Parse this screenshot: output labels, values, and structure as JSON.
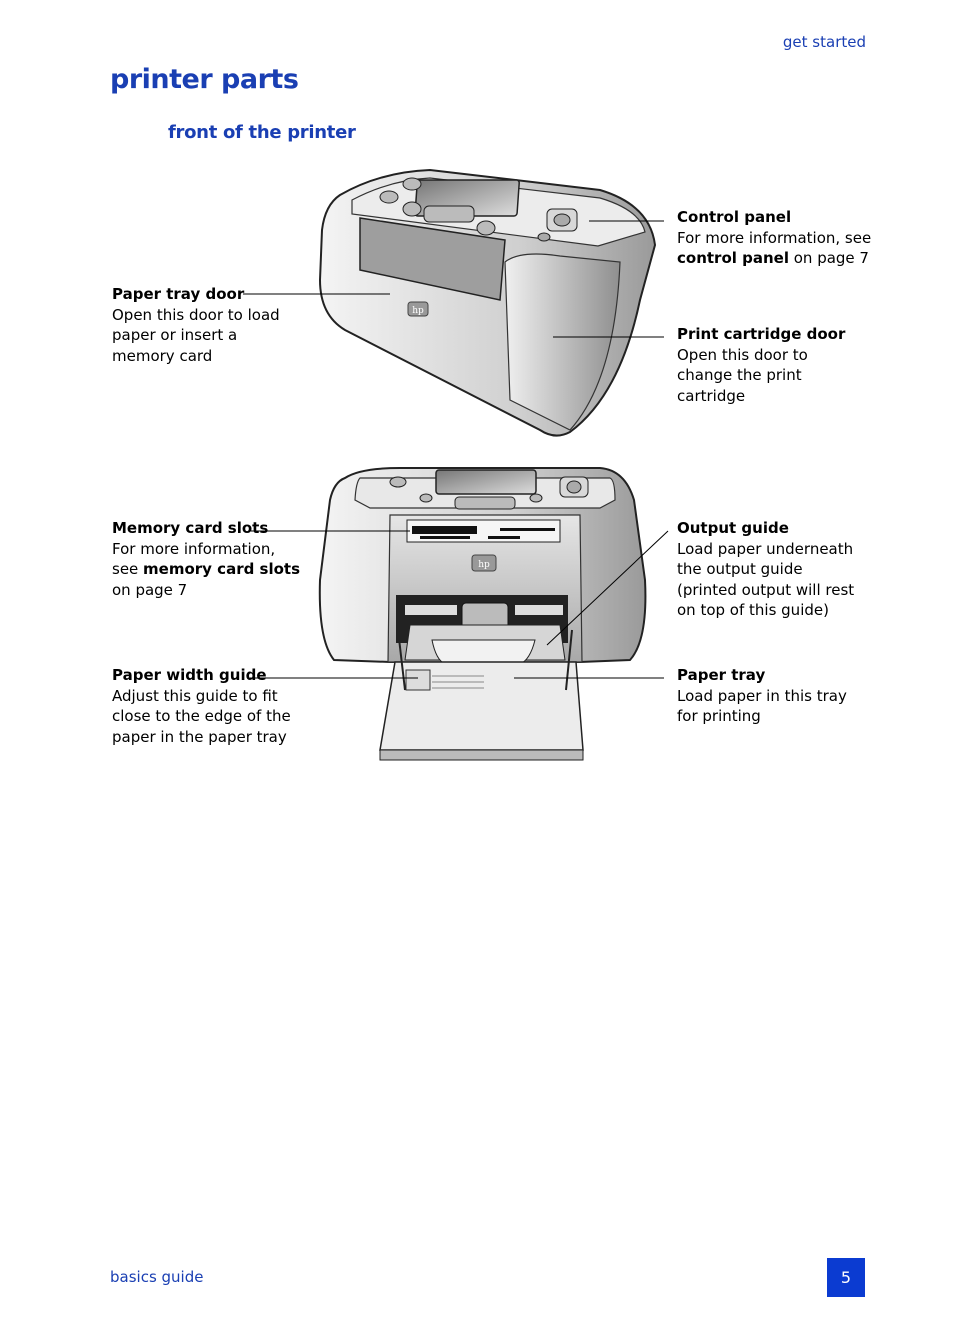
{
  "header": {
    "section": "get started"
  },
  "title": "printer parts",
  "subtitle": "front of the printer",
  "callouts": {
    "control_panel": {
      "title": "Control panel",
      "pre": "For more information, see ",
      "bold": "control panel",
      "post": " on page 7"
    },
    "paper_tray_door": {
      "title": "Paper tray door",
      "body": "Open this door to load paper or insert a memory card"
    },
    "print_cartridge_door": {
      "title": "Print cartridge door",
      "body": "Open this door to change the print cartridge"
    },
    "memory_card_slots": {
      "title": "Memory card slots",
      "pre": "For more information, see ",
      "bold": "memory card slots",
      "post": " on page 7"
    },
    "output_guide": {
      "title": "Output guide",
      "body": "Load paper underneath the output guide (printed output will rest on top of this guide)"
    },
    "paper_width_guide": {
      "title": "Paper width guide",
      "body": "Adjust this guide to fit close to the edge of the paper in the paper tray"
    },
    "paper_tray": {
      "title": "Paper tray",
      "body": "Load paper in this tray for printing"
    }
  },
  "footer": {
    "left": "basics guide",
    "page": "5"
  },
  "colors": {
    "accent": "#1a3fb3",
    "badge": "#0b3bd1"
  }
}
